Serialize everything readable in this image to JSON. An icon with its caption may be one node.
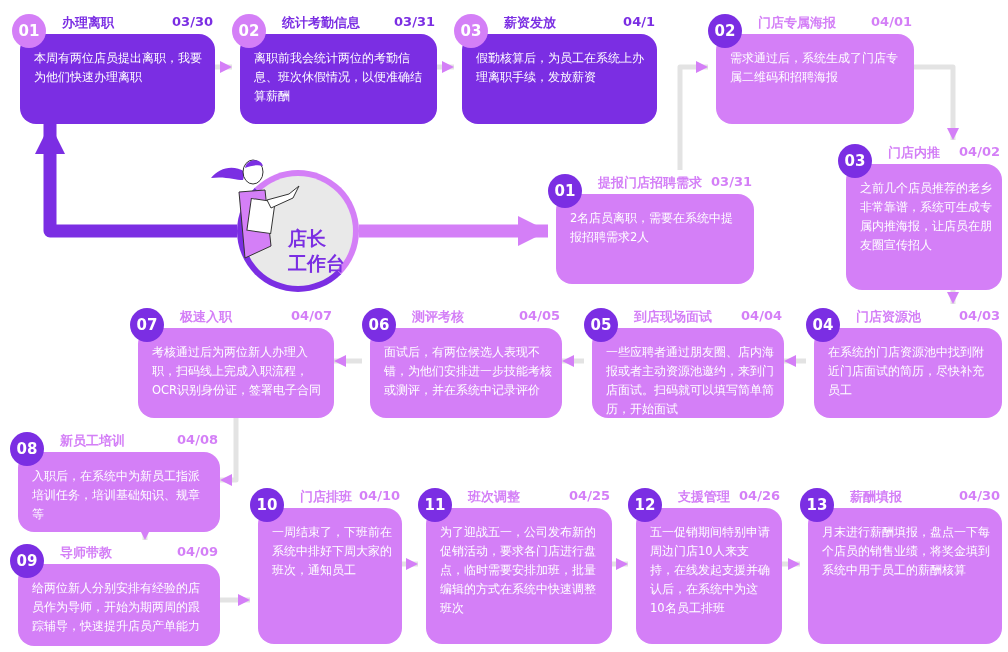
{
  "diagram": {
    "nodes": [
      {
        "text": [
          "01",
          "办理离职",
          "03/30",
          "本周有两位店员提出离职，我要为他们快速办理离职"
        ]
      },
      {
        "text": [
          "02",
          "统计考勤信息",
          "03/31",
          "离职前我会统计两位的考勤信息、班次休假情况，以便准确结算薪酬"
        ]
      },
      {
        "text": [
          "03",
          "薪资发放",
          "04/1",
          "假勤核算后，为员工在系统上办理离职手续，发放薪资"
        ]
      },
      {
        "text": [
          "店长",
          "工作台"
        ]
      },
      {
        "text": [
          "01",
          "提报门店招聘需求",
          "03/31",
          "2名店员离职，需要在系统中提报招聘需求2人"
        ]
      },
      {
        "text": [
          "02",
          "门店专属海报",
          "04/01",
          "需求通过后，系统生成了门店专属二维码和招聘海报"
        ]
      },
      {
        "text": [
          "03",
          "门店内推",
          "04/02",
          "之前几个店员推荐的老乡非常靠谱，系统可生成专属内推海报，让店员在朋友圈宣传招人"
        ]
      },
      {
        "text": [
          "04",
          "门店资源池",
          "04/03",
          "在系统的门店资源池中找到附近门店面试的简历，尽快补充员工"
        ]
      },
      {
        "text": [
          "05",
          "到店现场面试",
          "04/04",
          "一些应聘者通过朋友圈、店内海报或者主动资源池邀约，来到门店面试。扫码就可以填写简单简历，开始面试"
        ]
      },
      {
        "text": [
          "06",
          "测评考核",
          "04/05",
          "面试后，有两位候选人表现不错，为他们安排进一步技能考核或测评，并在系统中记录评价"
        ]
      },
      {
        "text": [
          "07",
          "极速入职",
          "04/07",
          "考核通过后为两位新人办理入职，扫码线上完成入职流程，OCR识别身份证，签署电子合同"
        ]
      },
      {
        "text": [
          "08",
          "新员工培训",
          "04/08",
          "入职后，在系统中为新员工指派培训任务，培训基础知识、规章等"
        ]
      },
      {
        "text": [
          "09",
          "导师带教",
          "04/09",
          "给两位新人分别安排有经验的店员作为导师，开始为期两周的跟踪辅导，快速提升店员产单能力"
        ]
      },
      {
        "text": [
          "10",
          "门店排班",
          "04/10",
          "一周结束了，下班前在系统中排好下周大家的班次，通知员工"
        ]
      },
      {
        "text": [
          "11",
          "班次调整",
          "04/25",
          "为了迎战五一，公司发布新的促销活动，要求各门店进行盘点，临时需要安排加班，批量编辑的方式在系统中快速调整班次"
        ]
      },
      {
        "text": [
          "12",
          "支援管理",
          "04/26",
          "五一促销期间特别申请周边门店10人来支持，在线发起支援并确认后，在系统中为这10名员工排班"
        ]
      },
      {
        "text": [
          "13",
          "薪酬填报",
          "04/30",
          "月末进行薪酬填报，盘点一下每个店员的销售业绩，将奖金填到系统中用于员工的薪酬核算"
        ]
      }
    ],
    "edges": [
      {
        "from": 3,
        "to": 0,
        "arrow": "to",
        "style": "thick",
        "color": "#7b2ee3"
      },
      {
        "from": 0,
        "to": 1,
        "arrow": "to"
      },
      {
        "from": 1,
        "to": 2,
        "arrow": "to"
      },
      {
        "from": 3,
        "to": 4,
        "arrow": "to",
        "style": "thick",
        "color": "#d47ff7"
      },
      {
        "from": 4,
        "to": 5,
        "arrow": "to"
      },
      {
        "from": 5,
        "to": 6,
        "arrow": "to"
      },
      {
        "from": 6,
        "to": 7,
        "arrow": "to"
      },
      {
        "from": 7,
        "to": 8,
        "arrow": "to"
      },
      {
        "from": 8,
        "to": 9,
        "arrow": "to"
      },
      {
        "from": 9,
        "to": 10,
        "arrow": "to"
      },
      {
        "from": 10,
        "to": 11,
        "arrow": "to"
      },
      {
        "from": 11,
        "to": 12,
        "arrow": "to"
      },
      {
        "from": 12,
        "to": 13,
        "arrow": "to"
      },
      {
        "from": 13,
        "to": 14,
        "arrow": "to"
      },
      {
        "from": 14,
        "to": 15,
        "arrow": "to"
      },
      {
        "from": 15,
        "to": 16,
        "arrow": "to"
      }
    ]
  }
}
